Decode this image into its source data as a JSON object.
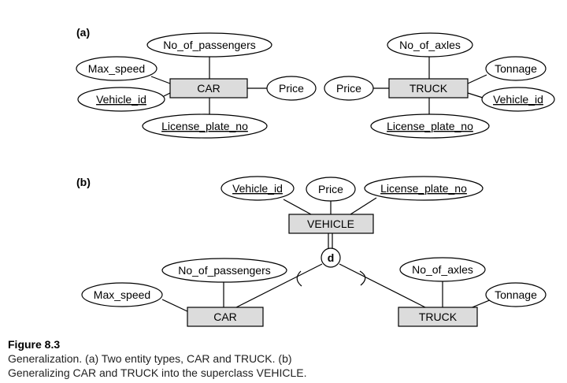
{
  "part_a": {
    "label": "(a)",
    "car": {
      "name": "CAR",
      "attrs": {
        "passengers": "No_of_passengers",
        "max_speed": "Max_speed",
        "vehicle_id": "Vehicle_id",
        "price": "Price",
        "license": "License_plate_no"
      }
    },
    "truck": {
      "name": "TRUCK",
      "attrs": {
        "axles": "No_of_axles",
        "tonnage": "Tonnage",
        "vehicle_id": "Vehicle_id",
        "price": "Price",
        "license": "License_plate_no"
      }
    }
  },
  "part_b": {
    "label": "(b)",
    "vehicle": {
      "name": "VEHICLE",
      "attrs": {
        "vehicle_id": "Vehicle_id",
        "price": "Price",
        "license": "License_plate_no"
      }
    },
    "disjoint": "d",
    "car": {
      "name": "CAR",
      "attrs": {
        "passengers": "No_of_passengers",
        "max_speed": "Max_speed"
      }
    },
    "truck": {
      "name": "TRUCK",
      "attrs": {
        "axles": "No_of_axles",
        "tonnage": "Tonnage"
      }
    }
  },
  "caption": {
    "title": "Figure 8.3",
    "line1": "Generalization. (a) Two entity types, CAR and TRUCK. (b)",
    "line2": "Generalizing CAR and TRUCK into the superclass VEHICLE."
  }
}
